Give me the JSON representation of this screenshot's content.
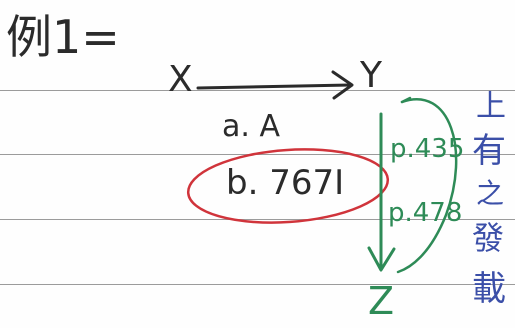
{
  "note": {
    "example_label": "例1=",
    "reaction": {
      "reactant": "X",
      "intermediate": "Y",
      "product": "Z",
      "step1_condition": "a. A",
      "step1_alt_condition": "b. 767I"
    },
    "references": [
      "p.435",
      "p.478"
    ],
    "side_note_chars": [
      "上",
      "有",
      "之",
      "發",
      "載"
    ]
  },
  "colors": {
    "pencil": "#2b2b2b",
    "pen_green": "#2e8b57",
    "pen_blue": "#3b4fa8",
    "circle_red": "#d0343b",
    "rule_line": "#9b9b9b"
  }
}
